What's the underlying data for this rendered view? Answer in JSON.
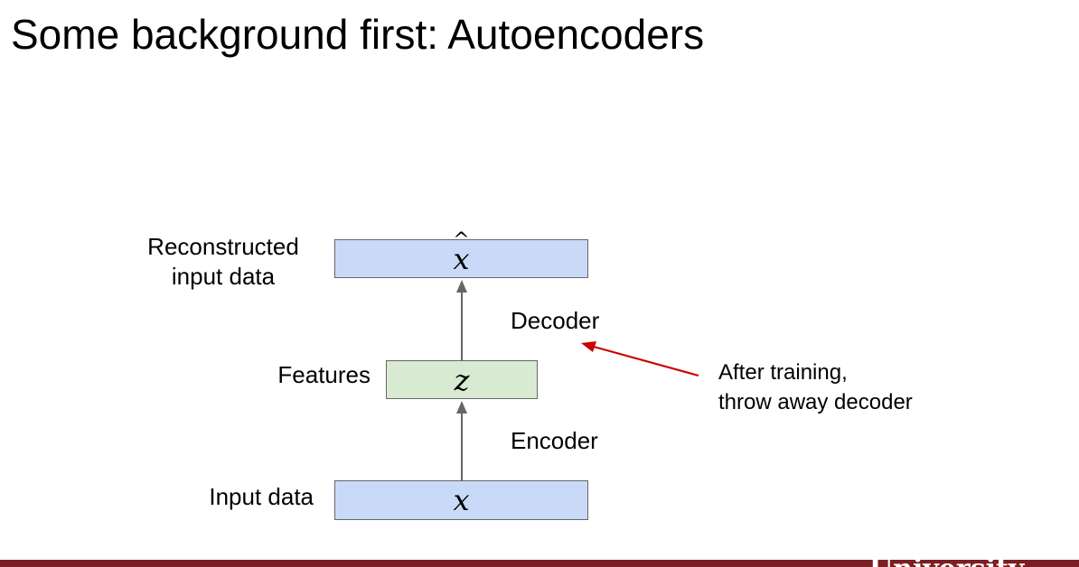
{
  "slide": {
    "title": "Some background first: Autoencoders"
  },
  "diagram": {
    "reconstructed_label_line1": "Reconstructed",
    "reconstructed_label_line2": "input data",
    "features_label": "Features",
    "input_label": "Input data",
    "decoder_label": "Decoder",
    "encoder_label": "Encoder",
    "xhat_symbol": "x",
    "xhat_accent": "^",
    "z_symbol": "z",
    "x_symbol": "x",
    "annotation_line1": "After training,",
    "annotation_line2": "throw away decoder"
  },
  "footer": {
    "partial_text": "University"
  },
  "colors": {
    "layer_blue": "#c9daf8",
    "features_green": "#d9ead3",
    "flow_arrow": "#666666",
    "annotation_arrow": "#cc0000",
    "footer_bar": "#7a1f23"
  }
}
